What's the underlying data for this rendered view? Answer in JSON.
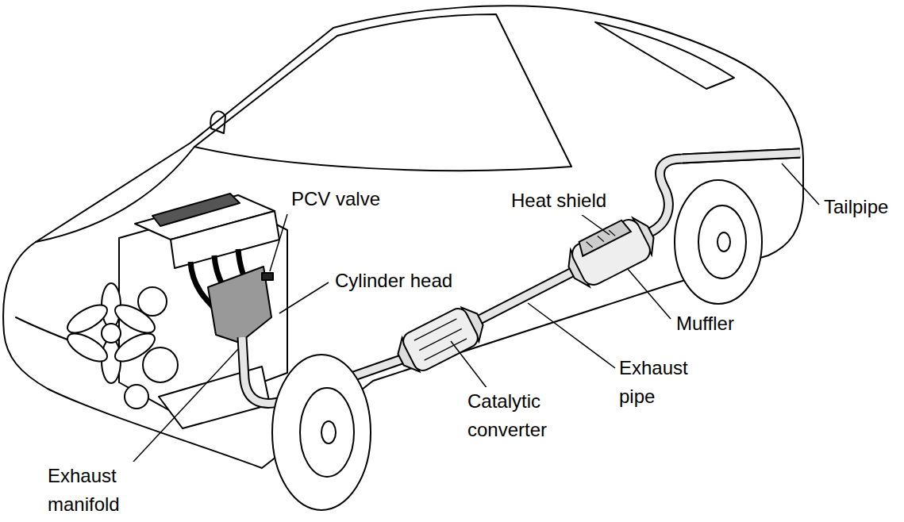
{
  "diagram": {
    "labels": [
      "PCV valve",
      "Heat shield",
      "Tailpipe",
      "Cylinder head",
      "Muffler",
      "Exhaust pipe",
      "Catalytic converter",
      "Exhaust manifold"
    ]
  }
}
